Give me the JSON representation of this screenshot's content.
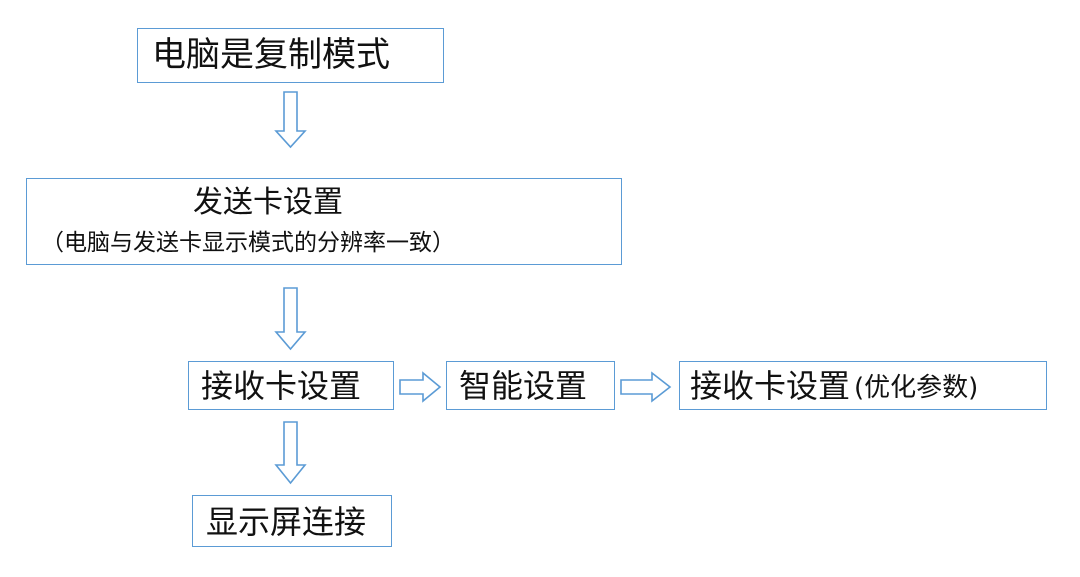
{
  "nodes": {
    "computer_mode": {
      "label": "电脑是复制模式"
    },
    "sender_card": {
      "label": "发送卡设置",
      "note": "（电脑与发送卡显示模式的分辨率一致）"
    },
    "receiver_card": {
      "label": "接收卡设置"
    },
    "smart_setup": {
      "label": "智能设置"
    },
    "receiver_card_optimize": {
      "label": "接收卡设置",
      "note": "(优化参数)"
    },
    "display_connect": {
      "label": "显示屏连接"
    }
  },
  "colors": {
    "box_border": "#5b9bd5",
    "arrow_stroke": "#5b9bd5",
    "text": "#111111"
  }
}
